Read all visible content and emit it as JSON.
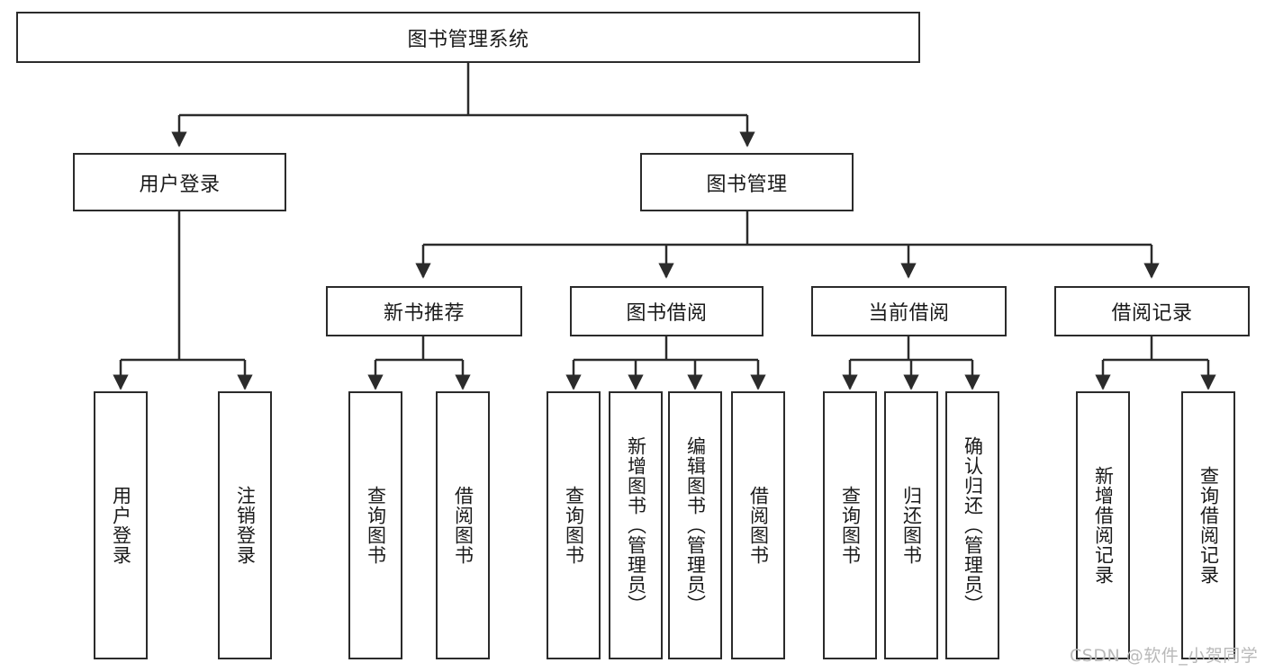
{
  "diagram": {
    "title": "图书管理系统",
    "type": "hierarchical-tree",
    "watermark": "CSDN @软件_小贺同学",
    "colors": {
      "stroke": "#2b2b2b",
      "fill": "#ffffff",
      "text": "#1a1a1a",
      "watermark": "#b9b9b9"
    },
    "levels": {
      "root": {
        "label": "图书管理系统"
      },
      "level2": [
        {
          "label": "用户登录"
        },
        {
          "label": "图书管理"
        }
      ],
      "level3": [
        {
          "label": "新书推荐"
        },
        {
          "label": "图书借阅"
        },
        {
          "label": "当前借阅"
        },
        {
          "label": "借阅记录"
        }
      ],
      "leaves": [
        {
          "label": "用户登录",
          "parent": "用户登录"
        },
        {
          "label": "注销登录",
          "parent": "用户登录"
        },
        {
          "label": "查询图书",
          "parent": "新书推荐"
        },
        {
          "label": "借阅图书",
          "parent": "新书推荐"
        },
        {
          "label": "查询图书",
          "parent": "图书借阅"
        },
        {
          "label": "新增图书（管理员）",
          "parent": "图书借阅"
        },
        {
          "label": "编辑图书（管理员）",
          "parent": "图书借阅"
        },
        {
          "label": "借阅图书",
          "parent": "图书借阅"
        },
        {
          "label": "查询图书",
          "parent": "当前借阅"
        },
        {
          "label": "归还图书",
          "parent": "当前借阅"
        },
        {
          "label": "确认归还（管理员）",
          "parent": "当前借阅"
        },
        {
          "label": "新增借阅记录",
          "parent": "借阅记录"
        },
        {
          "label": "查询借阅记录",
          "parent": "借阅记录"
        }
      ]
    }
  }
}
